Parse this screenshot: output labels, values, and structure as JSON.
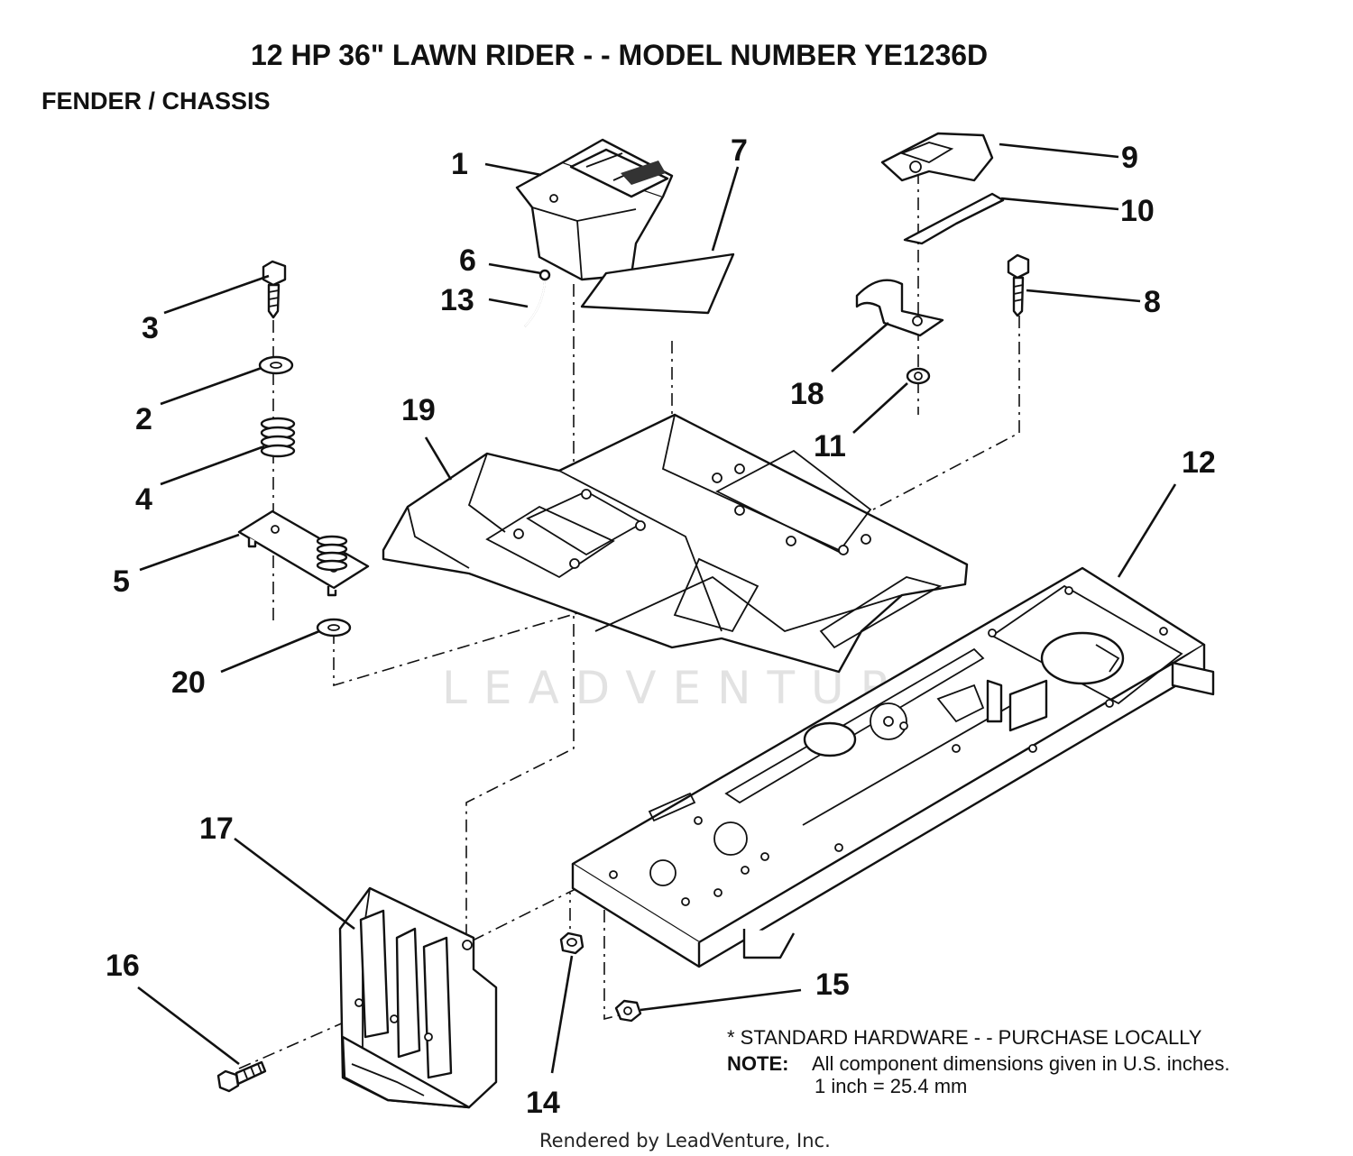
{
  "title": "12 HP 36\" LAWN RIDER - - MODEL NUMBER YE1236D",
  "subtitle": "FENDER / CHASSIS",
  "callouts": {
    "c1": "1",
    "c2": "2",
    "c3": "3",
    "c4": "4",
    "c5": "5",
    "c6": "6",
    "c7": "7",
    "c8": "8",
    "c9": "9",
    "c10": "10",
    "c11": "11",
    "c12": "12",
    "c13": "13",
    "c14": "14",
    "c15": "15",
    "c16": "16",
    "c17": "17",
    "c18": "18",
    "c19": "19",
    "c20": "20"
  },
  "notes": {
    "standard_hardware": "* STANDARD HARDWARE - - PURCHASE LOCALLY",
    "note_label": "NOTE:",
    "note_line1": "All component dimensions given in U.S. inches.",
    "note_line2": "1 inch = 25.4 mm"
  },
  "watermark": "LEADVENTURE",
  "footer": "Rendered by LeadVenture, Inc."
}
